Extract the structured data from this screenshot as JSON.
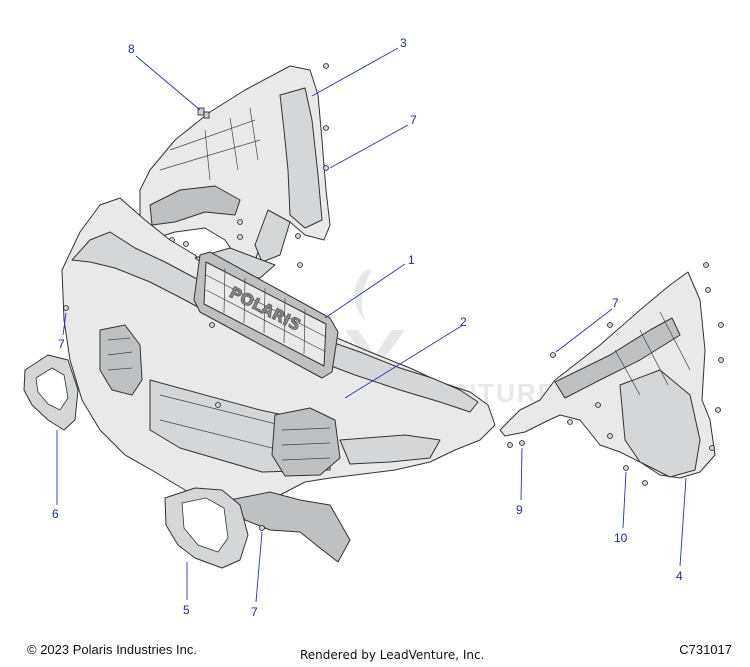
{
  "diagram": {
    "watermark": "LEADVENTURE",
    "callouts": [
      {
        "id": "c1",
        "label": "1"
      },
      {
        "id": "c2",
        "label": "2"
      },
      {
        "id": "c3",
        "label": "3"
      },
      {
        "id": "c4",
        "label": "4"
      },
      {
        "id": "c5",
        "label": "5"
      },
      {
        "id": "c6",
        "label": "6"
      },
      {
        "id": "c7a",
        "label": "7"
      },
      {
        "id": "c7b",
        "label": "7"
      },
      {
        "id": "c7c",
        "label": "7"
      },
      {
        "id": "c7d",
        "label": "7"
      },
      {
        "id": "c8",
        "label": "8"
      },
      {
        "id": "c9",
        "label": "9"
      },
      {
        "id": "c10",
        "label": "10"
      }
    ],
    "grille_lettering": "POLARIS"
  },
  "footer": {
    "copyright": "© 2023 Polaris Industries Inc.",
    "rendered_by": "Rendered by LeadVenture, Inc.",
    "drawing_number": "C731017"
  },
  "colors": {
    "callout": "#1b2aa6",
    "line": "#333333",
    "part_fill": "#e9e9ea"
  }
}
